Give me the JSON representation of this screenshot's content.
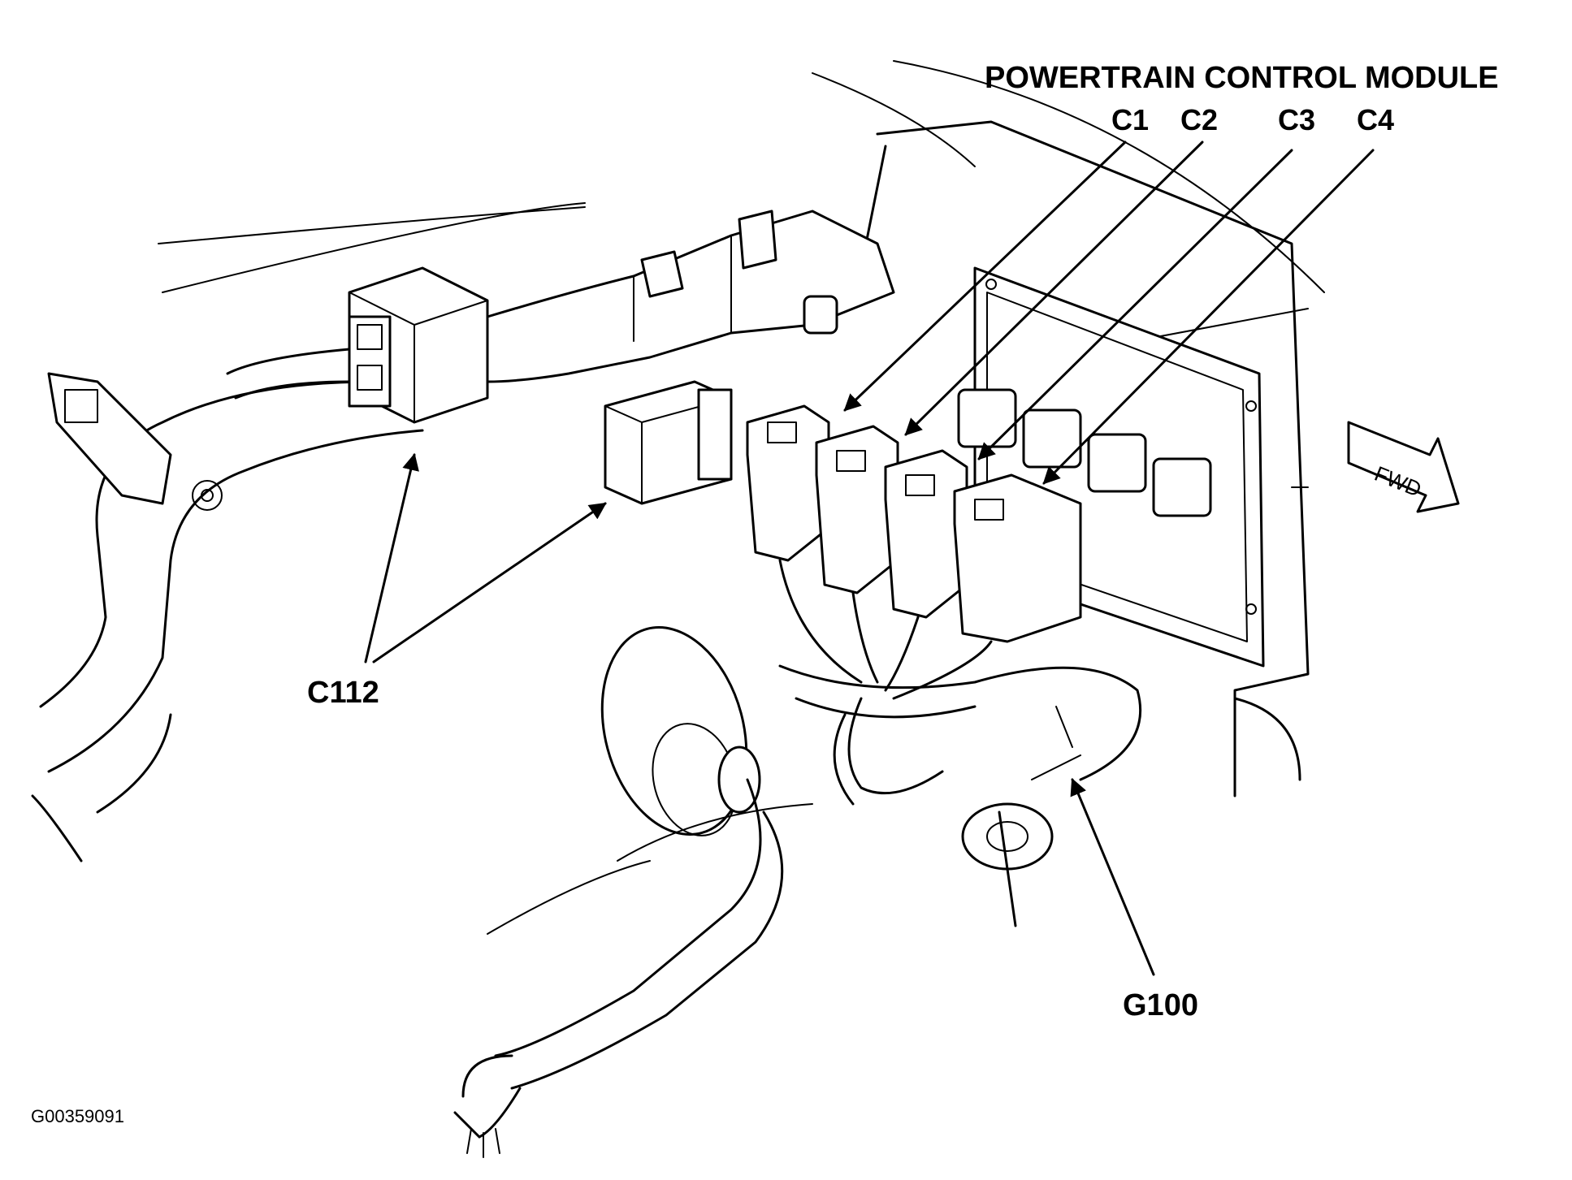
{
  "title": "POWERTRAIN CONTROL MODULE",
  "connectors": [
    "C1",
    "C2",
    "C3",
    "C4"
  ],
  "c112_label": "C112",
  "g100_label": "G100",
  "fwd_label": "FWD",
  "figure_id": "G00359091",
  "colors": {
    "ink": "#000000",
    "paper": "#ffffff"
  }
}
